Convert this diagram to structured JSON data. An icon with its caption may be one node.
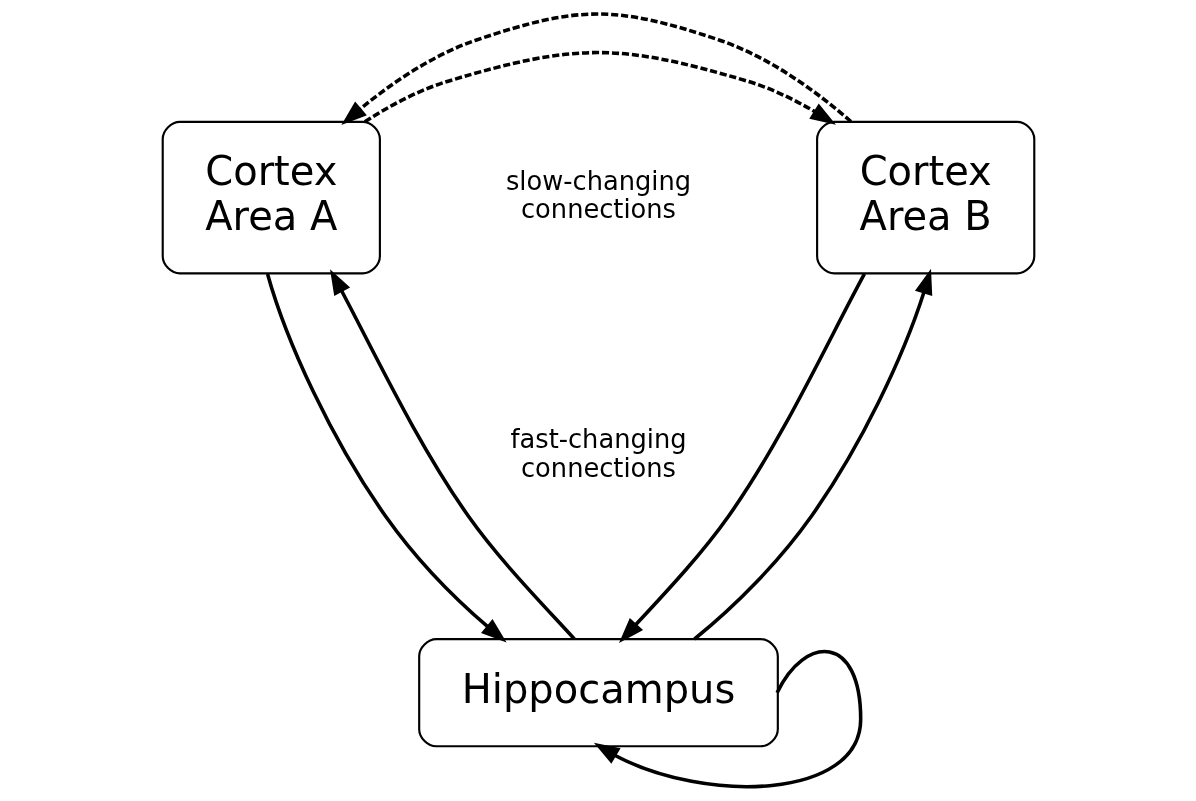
{
  "diagram": {
    "nodes": [
      {
        "text": [
          "Cortex Area A"
        ]
      },
      {
        "text": [
          "Cortex Area B"
        ]
      },
      {
        "text": [
          "Hippocampus"
        ]
      }
    ],
    "edges": [
      {
        "from": 0,
        "to": 1,
        "arrow": "to",
        "style": "dashed"
      },
      {
        "from": 1,
        "to": 0,
        "arrow": "to",
        "style": "dashed"
      },
      {
        "from": 0,
        "to": 2,
        "arrow": "to"
      },
      {
        "from": 2,
        "to": 0,
        "arrow": "to"
      },
      {
        "from": 2,
        "to": 1,
        "arrow": "to"
      },
      {
        "from": 1,
        "to": 2,
        "arrow": "to"
      },
      {
        "from": 2,
        "to": 2,
        "arrow": "to"
      }
    ],
    "labels": [
      "slow-changing connections",
      "fast-changing connections"
    ]
  }
}
